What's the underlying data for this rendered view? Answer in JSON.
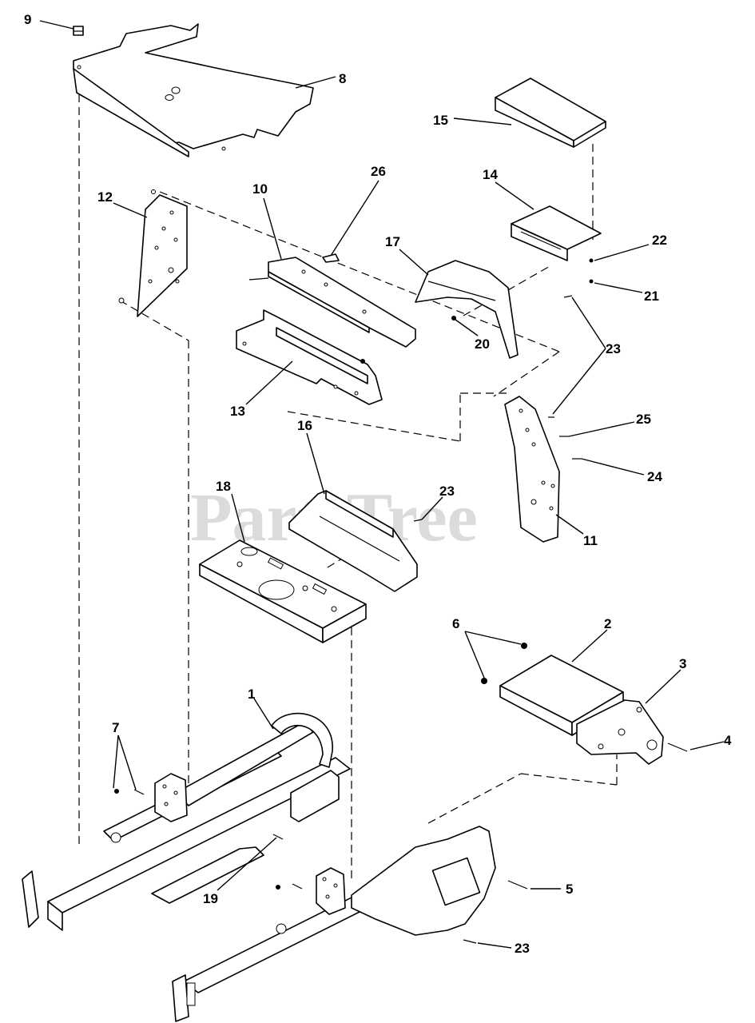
{
  "watermark": "PartsTree",
  "callouts": [
    {
      "id": "c1",
      "label": "1"
    },
    {
      "id": "c2",
      "label": "2"
    },
    {
      "id": "c3",
      "label": "3"
    },
    {
      "id": "c4",
      "label": "4"
    },
    {
      "id": "c5",
      "label": "5"
    },
    {
      "id": "c6",
      "label": "6"
    },
    {
      "id": "c7",
      "label": "7"
    },
    {
      "id": "c8",
      "label": "8"
    },
    {
      "id": "c9",
      "label": "9"
    },
    {
      "id": "c10",
      "label": "10"
    },
    {
      "id": "c11",
      "label": "11"
    },
    {
      "id": "c12",
      "label": "12"
    },
    {
      "id": "c13",
      "label": "13"
    },
    {
      "id": "c14",
      "label": "14"
    },
    {
      "id": "c15",
      "label": "15"
    },
    {
      "id": "c16",
      "label": "16"
    },
    {
      "id": "c17",
      "label": "17"
    },
    {
      "id": "c18",
      "label": "18"
    },
    {
      "id": "c19",
      "label": "19"
    },
    {
      "id": "c20",
      "label": "20"
    },
    {
      "id": "c21",
      "label": "21"
    },
    {
      "id": "c22",
      "label": "22"
    },
    {
      "id": "c23a",
      "label": "23"
    },
    {
      "id": "c23b",
      "label": "23"
    },
    {
      "id": "c23c",
      "label": "23"
    },
    {
      "id": "c24",
      "label": "24"
    },
    {
      "id": "c25",
      "label": "25"
    },
    {
      "id": "c26",
      "label": "26"
    }
  ]
}
